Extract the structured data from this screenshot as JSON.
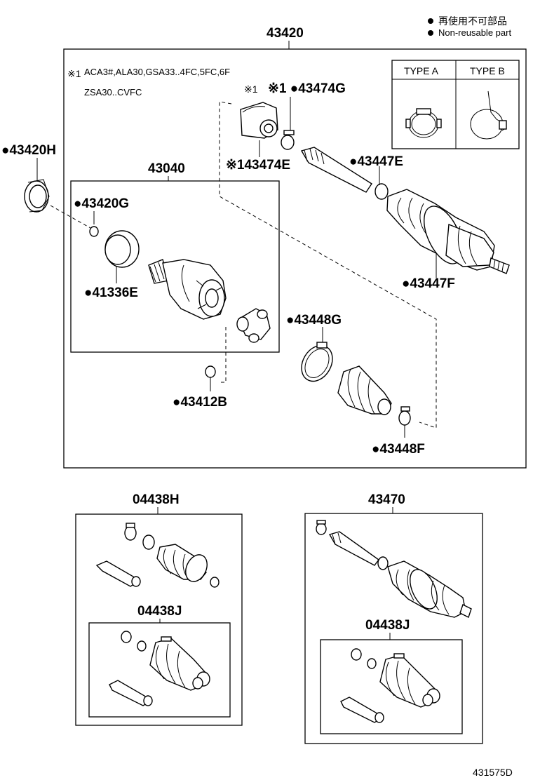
{
  "legend": {
    "reusable_not_text": "再使用不可部品",
    "non_reusable_text": "Non-reusable part"
  },
  "note": {
    "marker": "※1",
    "line1": "ACA3#,ALA30,GSA33..4FC,5FC,6F",
    "line2": "ZSA30..CVFC"
  },
  "type_table": {
    "type_a": "TYPE A",
    "type_b": "TYPE B"
  },
  "labels": {
    "main_assembly": "43420",
    "p43420H": "●43420H",
    "p43040": "43040",
    "p43420G": "●43420G",
    "p41336E": "●41336E",
    "p43474G": "※1 ●43474G",
    "p43474E": "※143474E",
    "p43447E": "●43447E",
    "p43447F": "●43447F",
    "p43448G": "●43448G",
    "p43412B": "●43412B",
    "p43448F": "●43448F",
    "kit_04438H": "04438H",
    "kit_04438J_left": "04438J",
    "p43470": "43470",
    "kit_04438J_right": "04438J"
  },
  "figure_id": "431575D"
}
